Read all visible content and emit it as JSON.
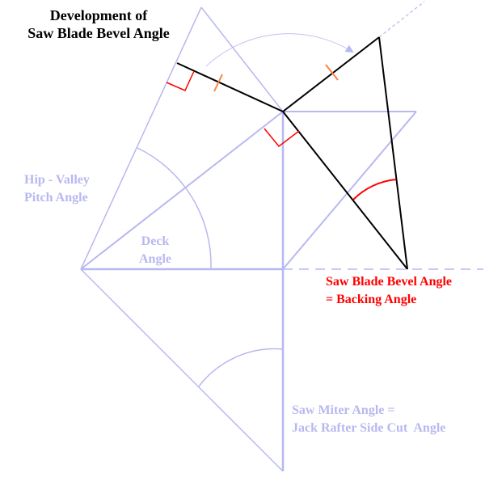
{
  "title": {
    "line1": "Development of",
    "line2": "Saw Blade Bevel Angle"
  },
  "labels": {
    "hip_valley_pitch": {
      "line1": "Hip - Valley",
      "line2": "Pitch Angle"
    },
    "deck_angle": {
      "line1": "Deck",
      "line2": "Angle"
    },
    "saw_blade_bevel": {
      "line1": "Saw Blade Bevel Angle",
      "line2": "= Backing Angle"
    },
    "saw_miter": {
      "line1": "Saw Miter Angle =",
      "line2": "Jack Rafter Side Cut  Angle"
    }
  },
  "colors": {
    "construction": "#b8b8f0",
    "primary_lines": "#000000",
    "right_angle_marks": "#ff0000",
    "tick_marks": "#ff8040",
    "bevel_arc": "#ff0000",
    "title_text": "#000000",
    "label_text": "#b8b8f0",
    "bevel_label_text": "#ff0000"
  }
}
